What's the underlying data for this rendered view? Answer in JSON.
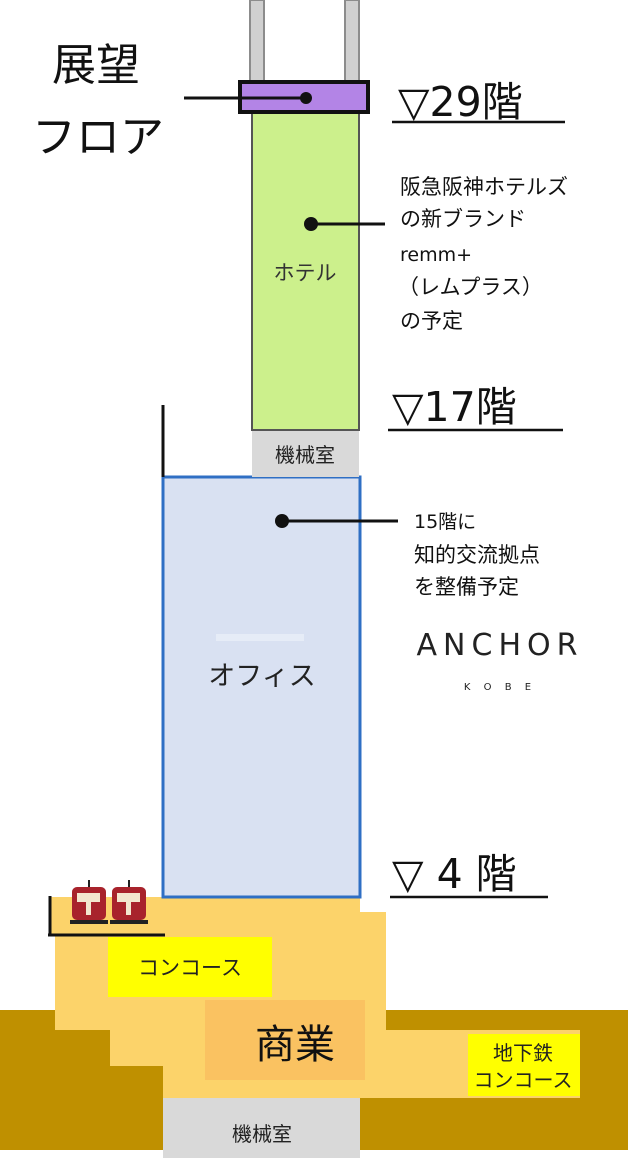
{
  "observation_floor": {
    "label_line1": "展望",
    "label_line2": "フロア"
  },
  "floor_markers": [
    {
      "label": "▽29階"
    },
    {
      "label": "▽17階"
    },
    {
      "label": "▽ 4 階"
    }
  ],
  "zones": {
    "hotel": "ホテル",
    "machine_room_upper": "機械室",
    "office": "オフィス",
    "concourse": "コンコース",
    "commercial": "商業",
    "subway_concourse_line1": "地下鉄",
    "subway_concourse_line2": "コンコース",
    "machine_room_lower": "機械室"
  },
  "notes": {
    "hotel": [
      "阪急阪神ホテルズ",
      "の新ブランド",
      "remm+",
      "（レムプラス）",
      "の予定"
    ],
    "office": [
      "15階に",
      "知的交流拠点",
      "を整備予定"
    ]
  },
  "anchor_logo": {
    "name": "ANCHOR",
    "sub": "K O B E"
  },
  "colors": {
    "hotel": "#ccf08c",
    "observation": "#b384e6",
    "office": "#d9e1f2",
    "office_border": "#2f6fc4",
    "commercial": "#fcd36a",
    "concourse_yellow": "#ffff00",
    "ground": "#bf9000",
    "machine_room": "#d9d9d9",
    "train": "#a8232c"
  }
}
